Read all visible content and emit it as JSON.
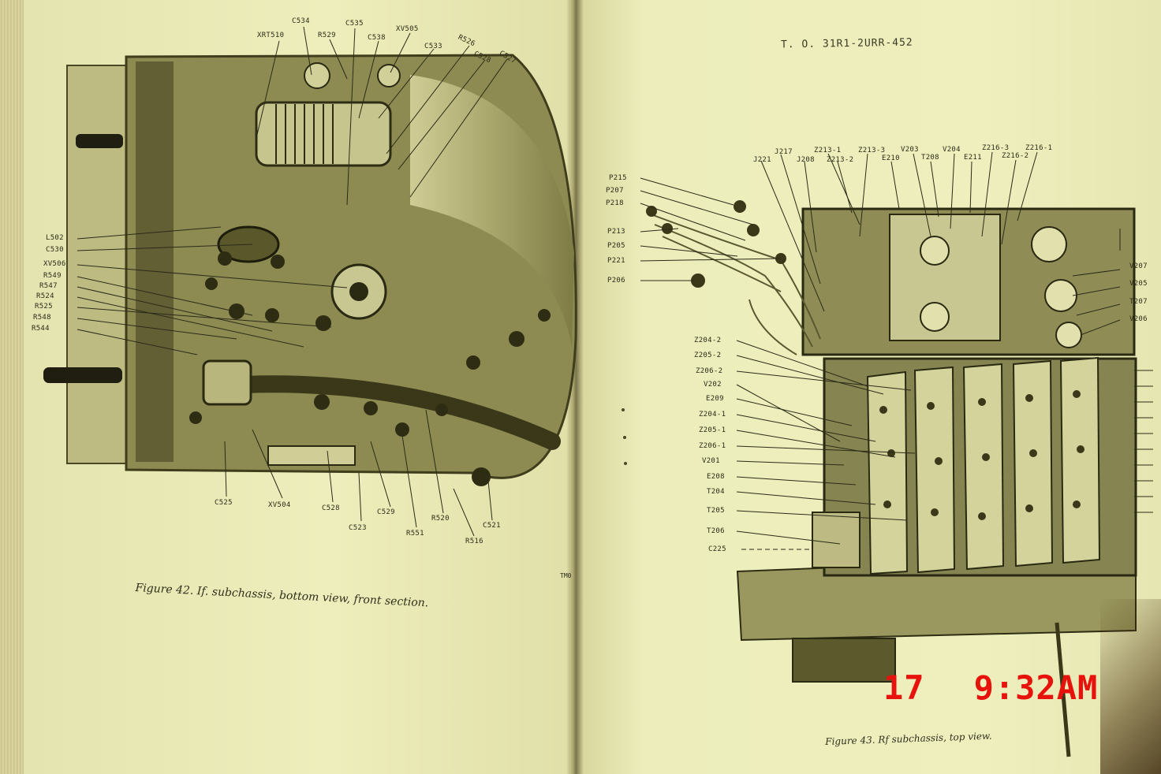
{
  "left_page": {
    "figure_caption": "Figure 42. If. subchassis, bottom view, front section.",
    "corner_stub": "TM0",
    "callouts_top": [
      "XRT510",
      "C534",
      "R529",
      "C535",
      "C538",
      "XV505",
      "C533",
      "R526",
      "C528",
      "C527"
    ],
    "callouts_left": [
      "L502",
      "C530",
      "XV506",
      "R549",
      "R547",
      "R524",
      "R525",
      "R548",
      "R544"
    ],
    "callouts_bottom": [
      "C525",
      "XV504",
      "C528",
      "C523",
      "C529",
      "R551",
      "R520",
      "R516",
      "C521"
    ]
  },
  "right_page": {
    "document_number": "T. O. 31R1-2URR-452",
    "figure_caption": "Figure 43. Rf subchassis, top view.",
    "callouts_top": [
      "J221",
      "J217",
      "J208",
      "Z213-1",
      "Z213-2",
      "Z213-3",
      "E210",
      "V203",
      "T208",
      "V204",
      "E211",
      "Z216-3",
      "Z216-2",
      "Z216-1"
    ],
    "callouts_left_upper": [
      "P215",
      "P207",
      "P218",
      "P213",
      "P205",
      "P221",
      "P206"
    ],
    "callouts_left_lower": [
      "Z204-2",
      "Z205-2",
      "Z206-2",
      "V202",
      "E209",
      "Z204-1",
      "Z205-1",
      "Z206-1",
      "V201",
      "E208",
      "T204",
      "T205",
      "T206",
      "C225"
    ],
    "callouts_right": [
      "V207",
      "V205",
      "T207",
      "V206"
    ]
  },
  "camera_timestamp": {
    "day": "17",
    "time": "9:32AM",
    "color": "#e8120c"
  },
  "colors": {
    "paper": "#eeeebc",
    "ink": "#2f2f1c",
    "photo_midtone": "#8d8b52",
    "photo_dark": "#3f3d1c"
  }
}
